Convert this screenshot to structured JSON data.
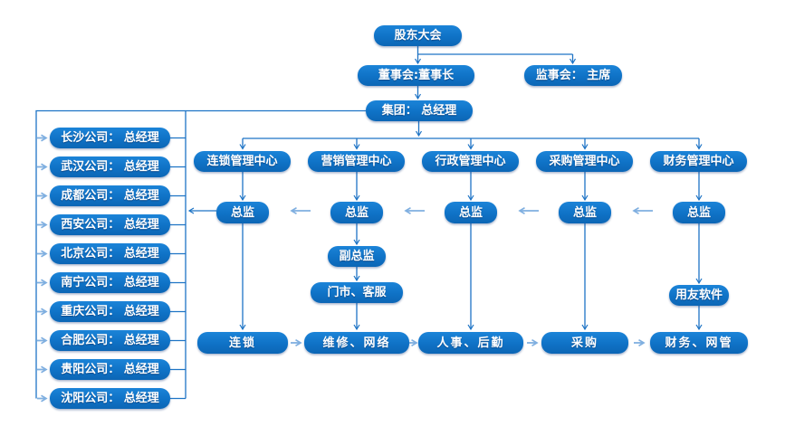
{
  "palette": {
    "box_blue": "#0F72C6",
    "line_blue": "#1E74C5",
    "light_arrow_blue": "#7FAFE0",
    "text_white": "#FFFFFF",
    "background": "#FFFFFF"
  },
  "hierarchy_top": {
    "shareholders": "股东大会",
    "board": "董事会:董事长",
    "supervisory": "监事会： 主席",
    "group": "集团： 总经理"
  },
  "left_companies": [
    "长沙公司： 总经理",
    "武汉公司： 总经理",
    "成都公司： 总经理",
    "西安公司： 总经理",
    "北京公司： 总经理",
    "南宁公司： 总经理",
    "重庆公司： 总经理",
    "合肥公司： 总经理",
    "贵阳公司： 总经理",
    "沈阳公司： 总经理"
  ],
  "centers": {
    "items": [
      {
        "label": "连锁管理中心",
        "director": "总监"
      },
      {
        "label": "营销管理中心",
        "director": "总监"
      },
      {
        "label": "行政管理中心",
        "director": "总监"
      },
      {
        "label": "采购管理中心",
        "director": "总监"
      },
      {
        "label": "财务管理中心",
        "director": "总监"
      }
    ]
  },
  "marketing_branch": {
    "deputy": "副总监",
    "stores": "门市、客服"
  },
  "finance_branch": {
    "software": "用友软件"
  },
  "bottom_row": [
    "连锁",
    "维修、网络",
    "人事、后勤",
    "采购",
    "财务、网管"
  ]
}
